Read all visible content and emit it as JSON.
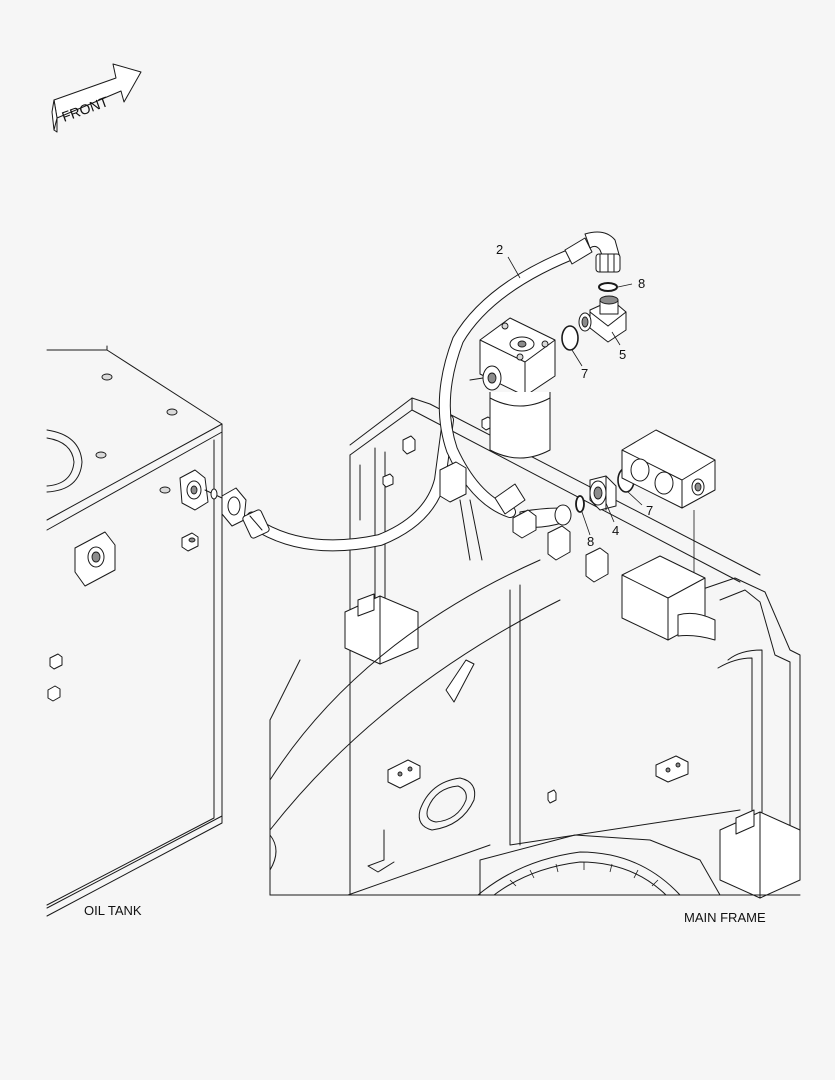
{
  "front_arrow": {
    "label": "FRONT"
  },
  "callouts": {
    "hose": "2",
    "connector": "4",
    "elbow": "5",
    "oring_upper": "7",
    "oring_lower": "7",
    "seal_upper": "8",
    "seal_lower": "8"
  },
  "captions": {
    "left": "OIL TANK",
    "right": "MAIN FRAME"
  }
}
